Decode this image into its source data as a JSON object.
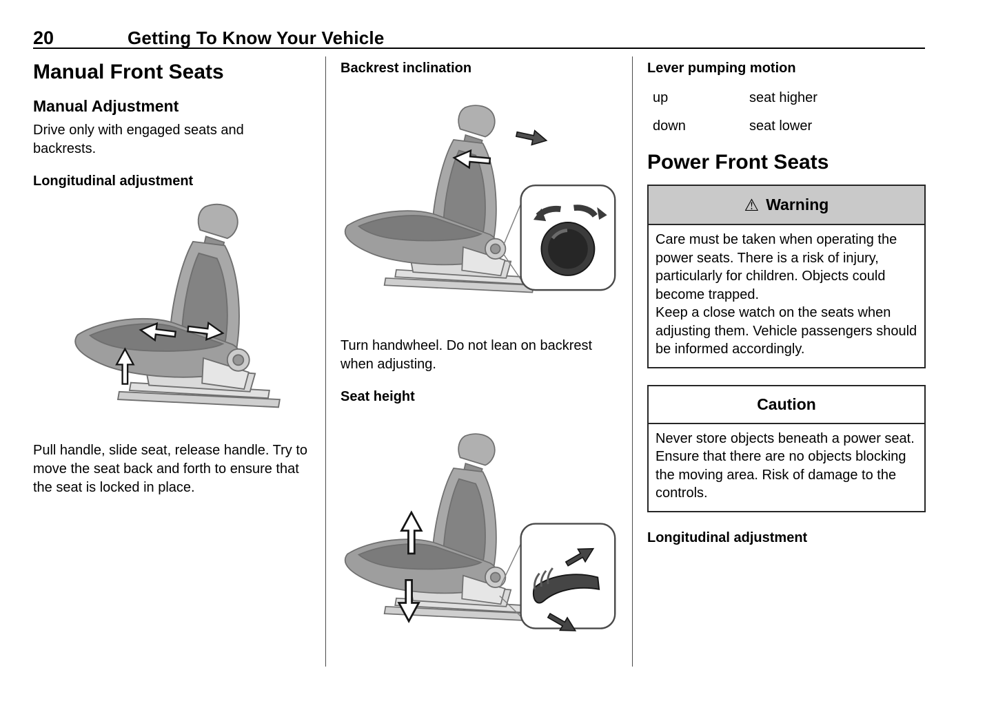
{
  "page": {
    "number": "20",
    "chapter": "Getting To Know Your Vehicle"
  },
  "manual_front_seats": {
    "title": "Manual Front Seats",
    "manual_adjustment_heading": "Manual Adjustment",
    "intro": "Drive only with engaged seats and backrests.",
    "longitudinal_heading": "Longitudinal adjustment",
    "longitudinal_caption": "Pull handle, slide seat, release handle. Try to move the seat back and forth to ensure that the seat is locked in place."
  },
  "backrest_inclination": {
    "heading": "Backrest inclination",
    "caption": "Turn handwheel. Do not lean on backrest when adjusting."
  },
  "seat_height": {
    "heading": "Seat height"
  },
  "lever_pumping": {
    "heading": "Lever pumping motion",
    "rows": [
      {
        "action": "up",
        "result": "seat higher"
      },
      {
        "action": "down",
        "result": "seat lower"
      }
    ]
  },
  "power_front_seats": {
    "title": "Power Front Seats",
    "warning": {
      "icon": "⚠",
      "title": "Warning",
      "body": "Care must be taken when operating the power seats. There is a risk of injury, particularly for children. Objects could become trapped.\nKeep a close watch on the seats when adjusting them. Vehicle passengers should be informed accordingly."
    },
    "caution": {
      "title": "Caution",
      "body": "Never store objects beneath a power seat. Ensure that there are no objects blocking the moving area. Risk of damage to the controls."
    },
    "longitudinal_heading": "Longitudinal adjustment"
  },
  "colors": {
    "warning_header_bg": "#c9c9c9",
    "box_border": "#262626"
  }
}
